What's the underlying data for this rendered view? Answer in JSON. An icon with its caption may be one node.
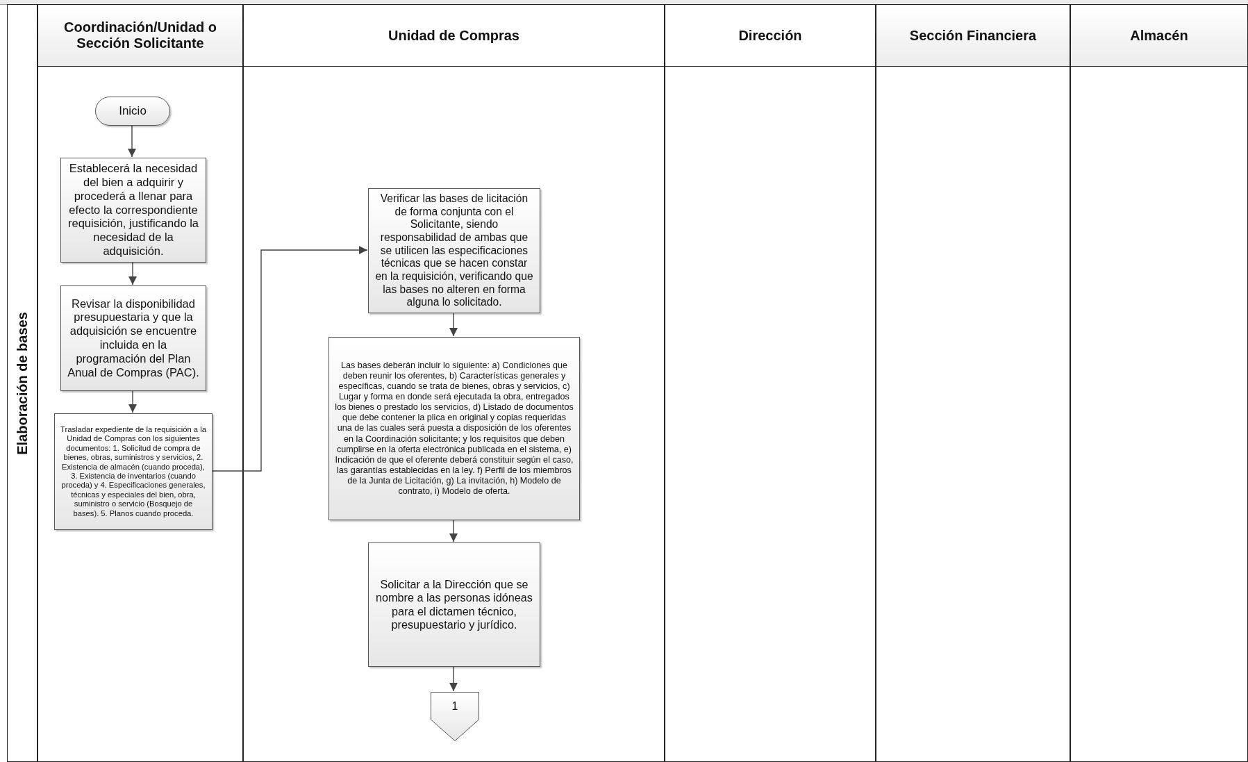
{
  "diagram": {
    "nodes": [
      {
        "text": [
          "Elaboración de bases"
        ]
      },
      {
        "text": [
          "Coordinación/Unidad o Sección Solicitante"
        ]
      },
      {
        "text": [
          "Unidad de Compras"
        ]
      },
      {
        "text": [
          "Dirección"
        ]
      },
      {
        "text": [
          "Sección Financiera"
        ]
      },
      {
        "text": [
          "Almacén"
        ]
      },
      {
        "text": [
          "Inicio"
        ],
        "in": 1
      },
      {
        "text": [
          "Establecerá la necesidad del bien a adquirir y procederá a llenar para efecto la correspondiente requisición, justificando la necesidad de la adquisición."
        ],
        "in": 1
      },
      {
        "text": [
          "Revisar la disponibilidad presupuestaria y que la adquisición se encuentre incluida en la programación del Plan Anual de Compras (PAC)."
        ],
        "in": 1
      },
      {
        "text": [
          "Trasladar expediente de la requisición a la Unidad de Compras con los siguientes documentos: 1. Solicitud de compra de bienes, obras, suministros y servicios, 2. Existencia de almacén (cuando proceda), 3. Existencia de inventarios (cuando proceda) y 4. Especificaciones generales, técnicas y especiales del bien, obra, suministro o servicio (Bosquejo de bases). 5. Planos cuando proceda."
        ],
        "in": 1
      },
      {
        "text": [
          "Verificar las bases de licitación de forma conjunta con el Solicitante, siendo responsabilidad de ambas que se utilicen las especificaciones técnicas que se hacen constar en la requisición, verificando que las bases no alteren en forma alguna lo solicitado."
        ],
        "in": 2
      },
      {
        "text": [
          "Las bases deberán incluir lo siguiente: a) Condiciones que deben reunir los oferentes, b) Características generales y específicas, cuando se trata de bienes, obras y servicios, c) Lugar y forma en donde será ejecutada la obra, entregados los bienes o prestado los servicios, d) Listado de documentos que debe contener la plica en original y copias requeridas una de las cuales será puesta a disposición de los oferentes en la Coordinación solicitante; y los requisitos que deben cumplirse en la oferta electrónica publicada en el sistema, e) Indicación de que el oferente deberá constituir según el caso, las garantías establecidas en la ley. f) Perfil de los miembros de la Junta de Licitación, g) La invitación, h) Modelo de contrato, i) Modelo de oferta."
        ],
        "in": 2
      },
      {
        "text": [
          "Solicitar a la Dirección que se nombre a las personas idóneas para el dictamen técnico, presupuestario y jurídico."
        ],
        "in": 2
      },
      {
        "text": [
          "1"
        ],
        "in": 2
      }
    ],
    "edges": [
      {
        "from": 6,
        "to": 7,
        "arrow": "to"
      },
      {
        "from": 7,
        "to": 8,
        "arrow": "to"
      },
      {
        "from": 8,
        "to": 9,
        "arrow": "to"
      },
      {
        "from": 9,
        "to": 10,
        "arrow": "to"
      },
      {
        "from": 10,
        "to": 11,
        "arrow": "to"
      },
      {
        "from": 11,
        "to": 12,
        "arrow": "to"
      },
      {
        "from": 12,
        "to": 13,
        "arrow": "to"
      }
    ]
  }
}
